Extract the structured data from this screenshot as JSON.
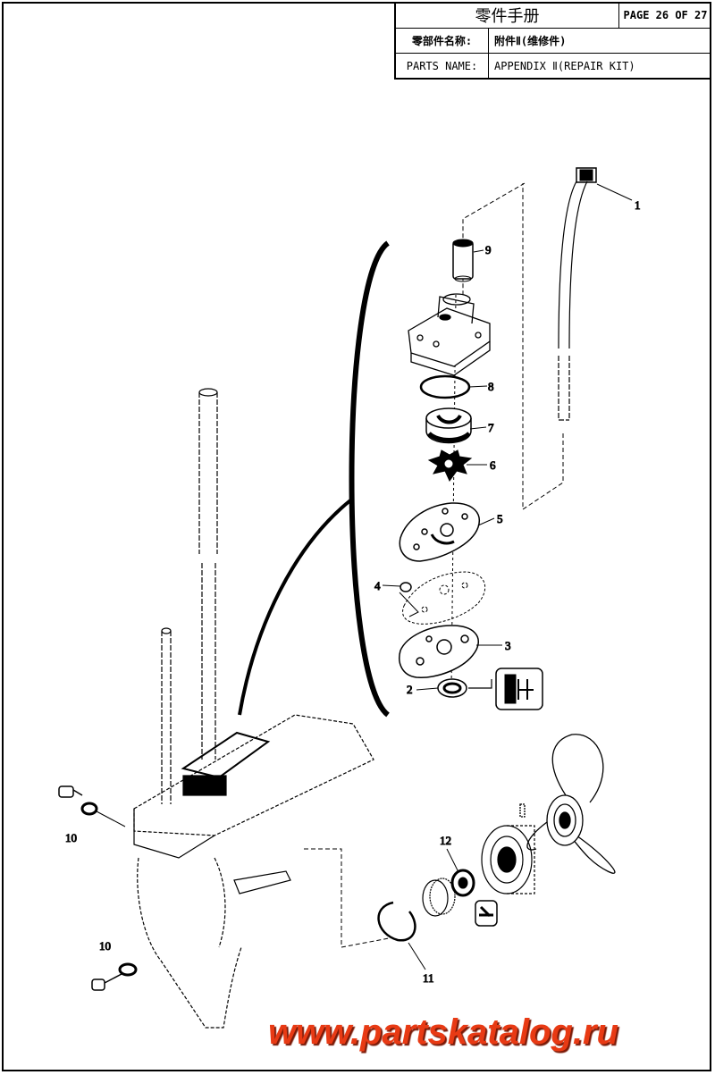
{
  "title_block": {
    "title": "零件手册",
    "page": "PAGE 26 OF 27",
    "cn_label": "零部件名称:",
    "cn_value": "附件Ⅱ(维修件)",
    "en_label": "PARTS NAME:",
    "en_value": "APPENDIX Ⅱ(REPAIR KIT)"
  },
  "callouts": [
    "1",
    "2",
    "3",
    "4",
    "5",
    "6",
    "7",
    "8",
    "9",
    "10",
    "10",
    "11",
    "12"
  ],
  "watermark": "www.partskatalog.ru",
  "colors": {
    "line": "#000000",
    "watermark": "#e83a14"
  }
}
